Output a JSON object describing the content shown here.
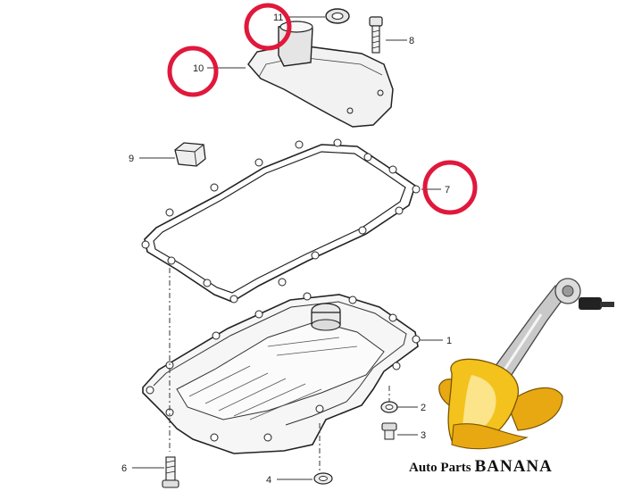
{
  "diagram": {
    "callouts": {
      "p1": "1",
      "p2": "2",
      "p3": "3",
      "p4": "4",
      "p6": "6",
      "p7": "7",
      "p8": "8",
      "p9": "9",
      "p10": "10",
      "p11": "11"
    },
    "highlighted_parts": [
      "10",
      "11",
      "7"
    ],
    "highlight_color": "#e0183c"
  },
  "brand": {
    "logo_text_small": "Auto Parts",
    "logo_text_big": "BANANA",
    "colors": {
      "banana_yellow": "#f3c21c",
      "banana_peel": "#e8a812",
      "arm_gray": "#c9c9c9"
    }
  }
}
